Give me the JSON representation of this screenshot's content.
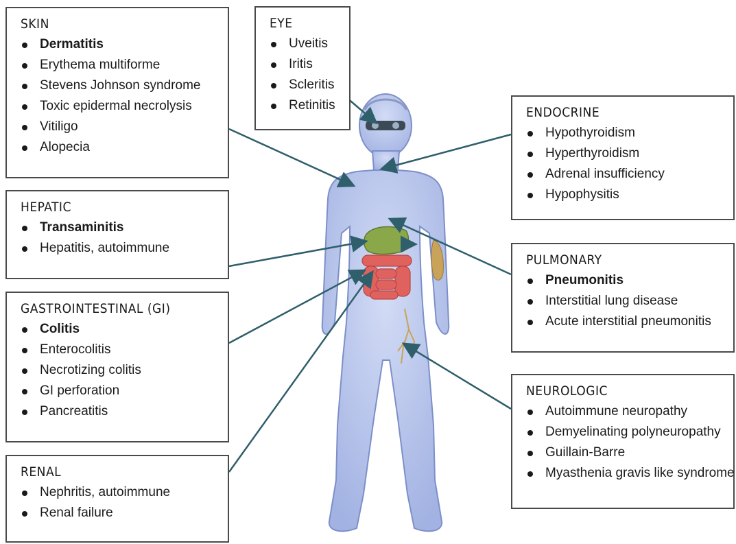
{
  "skin": {
    "title": "SKIN",
    "items": [
      "Dermatitis",
      "Erythema multiforme",
      "Stevens Johnson syndrome",
      "Toxic epidermal necrolysis",
      "Vitiligo",
      "Alopecia"
    ]
  },
  "eye": {
    "title": "EYE",
    "items": [
      "Uveitis",
      "Iritis",
      "Scleritis",
      "Retinitis"
    ]
  },
  "endocrine": {
    "title": "ENDOCRINE",
    "items": [
      "Hypothyroidism",
      "Hyperthyroidism",
      "Adrenal insufficiency",
      "Hypophysitis"
    ]
  },
  "hepatic": {
    "title": "HEPATIC",
    "items": [
      "Transaminitis",
      "Hepatitis, autoimmune"
    ]
  },
  "pulmonary": {
    "title": "PULMONARY",
    "items": [
      "Pneumonitis",
      "Interstitial lung disease",
      "Acute interstitial pneumonitis"
    ]
  },
  "gi": {
    "title": "GASTROINTESTINAL (GI)",
    "items": [
      "Colitis",
      "Enterocolitis",
      "Necrotizing colitis",
      "GI perforation",
      "Pancreatitis"
    ]
  },
  "neurologic": {
    "title": "NEUROLOGIC",
    "items": [
      "Autoimmune neuropathy",
      "Demyelinating polyneuropathy",
      "Guillain-Barre",
      "Myasthenia gravis like syndrome"
    ]
  },
  "renal": {
    "title": "RENAL",
    "items": [
      "Nephritis, autoimmune",
      "Renal failure"
    ]
  },
  "colors": {
    "body": "#a9b8e6",
    "outline": "#7d8fc9",
    "arrow": "#2f5f6b",
    "liver": "#8aa84a",
    "intestine": "#e0625f",
    "nerve": "#c9a35a",
    "border": "#4a4a4a"
  }
}
